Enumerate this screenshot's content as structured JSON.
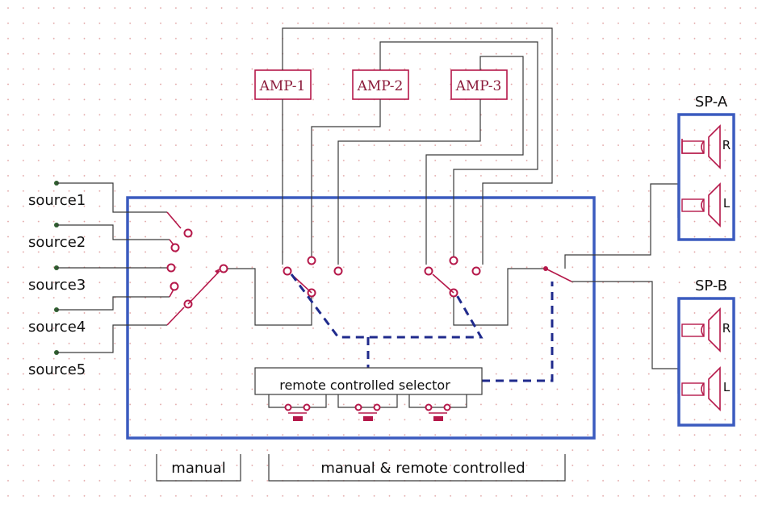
{
  "sources": [
    "source1",
    "source2",
    "source3",
    "source4",
    "source5"
  ],
  "amps": [
    "AMP-1",
    "AMP-2",
    "AMP-3"
  ],
  "speakers": [
    {
      "name": "SP-A",
      "channels": [
        "R",
        "L"
      ]
    },
    {
      "name": "SP-B",
      "channels": [
        "R",
        "L"
      ]
    }
  ],
  "selector_label": "remote controlled selector",
  "sections": {
    "manual": "manual",
    "remote": "manual & remote controlled"
  },
  "colors": {
    "box": "#3b5bbf",
    "switch": "#b5184a",
    "wire": "#3a3a3a",
    "control": "#1f2a8c"
  }
}
